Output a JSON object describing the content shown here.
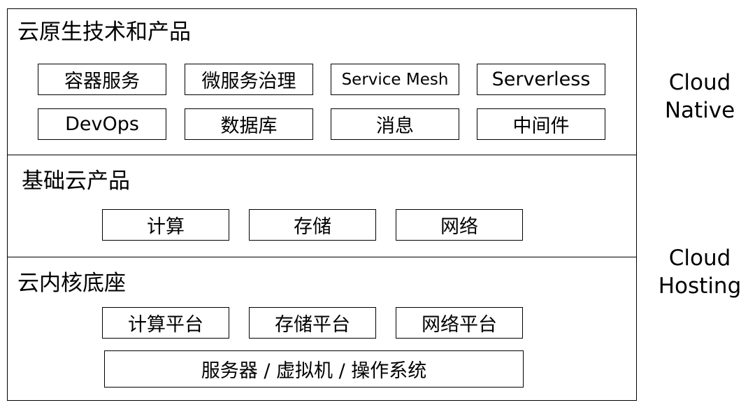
{
  "layers": {
    "native": {
      "title": "云原生技术和产品",
      "row1": [
        "容器服务",
        "微服务治理",
        "Service Mesh",
        "Serverless"
      ],
      "row2": [
        "DevOps",
        "数据库",
        "消息",
        "中间件"
      ]
    },
    "base": {
      "title": "基础云产品",
      "items": [
        "计算",
        "存储",
        "网络"
      ]
    },
    "core": {
      "title": "云内核底座",
      "platforms": [
        "计算平台",
        "存储平台",
        "网络平台"
      ],
      "foundation": "服务器 / 虚拟机 / 操作系统"
    }
  },
  "side_labels": {
    "native": [
      "Cloud",
      "Native"
    ],
    "hosting": [
      "Cloud",
      "Hosting"
    ]
  }
}
